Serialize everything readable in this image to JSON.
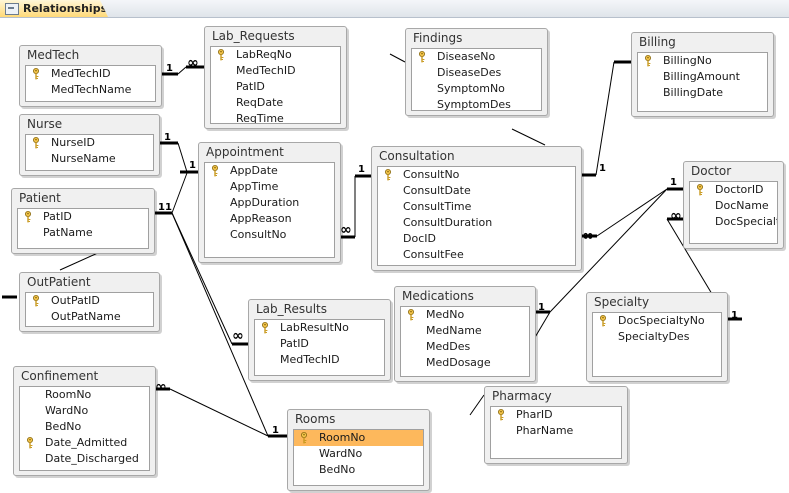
{
  "tab": {
    "label": "Relationships",
    "icon": "relationships-icon"
  },
  "tables": [
    {
      "id": "medtech",
      "title": "MedTech",
      "fields": [
        {
          "name": "MedTechID",
          "key": true
        },
        {
          "name": "MedTechName",
          "key": false
        }
      ]
    },
    {
      "id": "labreq",
      "title": "Lab_Requests",
      "fields": [
        {
          "name": "LabReqNo",
          "key": true
        },
        {
          "name": "MedTechID",
          "key": false
        },
        {
          "name": "PatID",
          "key": false
        },
        {
          "name": "ReqDate",
          "key": false
        },
        {
          "name": "ReqTime",
          "key": false
        }
      ]
    },
    {
      "id": "findings",
      "title": "Findings",
      "fields": [
        {
          "name": "DiseaseNo",
          "key": true
        },
        {
          "name": "DiseaseDes",
          "key": false
        },
        {
          "name": "SymptomNo",
          "key": false
        },
        {
          "name": "SymptomDes",
          "key": false
        }
      ]
    },
    {
      "id": "billing",
      "title": "Billing",
      "fields": [
        {
          "name": "BillingNo",
          "key": true
        },
        {
          "name": "BillingAmount",
          "key": false
        },
        {
          "name": "BillingDate",
          "key": false
        }
      ]
    },
    {
      "id": "nurse",
      "title": "Nurse",
      "fields": [
        {
          "name": "NurseID",
          "key": true
        },
        {
          "name": "NurseName",
          "key": false
        }
      ]
    },
    {
      "id": "appointment",
      "title": "Appointment",
      "fields": [
        {
          "name": "AppDate",
          "key": true
        },
        {
          "name": "AppTime",
          "key": false
        },
        {
          "name": "AppDuration",
          "key": false
        },
        {
          "name": "AppReason",
          "key": false
        },
        {
          "name": "ConsultNo",
          "key": false
        }
      ]
    },
    {
      "id": "consultation",
      "title": "Consultation",
      "fields": [
        {
          "name": "ConsultNo",
          "key": true
        },
        {
          "name": "ConsultDate",
          "key": false
        },
        {
          "name": "ConsultTime",
          "key": false
        },
        {
          "name": "ConsultDuration",
          "key": false
        },
        {
          "name": "DocID",
          "key": false
        },
        {
          "name": "ConsultFee",
          "key": false
        }
      ]
    },
    {
      "id": "doctor",
      "title": "Doctor",
      "fields": [
        {
          "name": "DoctorID",
          "key": true
        },
        {
          "name": "DocName",
          "key": false
        },
        {
          "name": "DocSpecialt",
          "key": false
        }
      ]
    },
    {
      "id": "patient",
      "title": "Patient",
      "fields": [
        {
          "name": "PatID",
          "key": true
        },
        {
          "name": "PatName",
          "key": false
        }
      ]
    },
    {
      "id": "outpatient",
      "title": "OutPatient",
      "fields": [
        {
          "name": "OutPatID",
          "key": true
        },
        {
          "name": "OutPatName",
          "key": false
        }
      ]
    },
    {
      "id": "labres",
      "title": "Lab_Results",
      "fields": [
        {
          "name": "LabResultNo",
          "key": true
        },
        {
          "name": "PatID",
          "key": false
        },
        {
          "name": "MedTechID",
          "key": false
        }
      ]
    },
    {
      "id": "medications",
      "title": "Medications",
      "fields": [
        {
          "name": "MedNo",
          "key": true
        },
        {
          "name": "MedName",
          "key": false
        },
        {
          "name": "MedDes",
          "key": false
        },
        {
          "name": "MedDosage",
          "key": false
        }
      ]
    },
    {
      "id": "specialty",
      "title": "Specialty",
      "fields": [
        {
          "name": "DocSpecialtyNo",
          "key": true
        },
        {
          "name": "SpecialtyDes",
          "key": false
        }
      ]
    },
    {
      "id": "confinement",
      "title": "Confinement",
      "fields": [
        {
          "name": "RoomNo",
          "key": false
        },
        {
          "name": "WardNo",
          "key": false
        },
        {
          "name": "BedNo",
          "key": false
        },
        {
          "name": "Date_Admitted",
          "key": true
        },
        {
          "name": "Date_Discharged",
          "key": false
        }
      ]
    },
    {
      "id": "rooms",
      "title": "Rooms",
      "fields": [
        {
          "name": "RoomNo",
          "key": true,
          "selected": true
        },
        {
          "name": "WardNo",
          "key": false
        },
        {
          "name": "BedNo",
          "key": false
        }
      ]
    },
    {
      "id": "pharmacy",
      "title": "Pharmacy",
      "fields": [
        {
          "name": "PharID",
          "key": true
        },
        {
          "name": "PharName",
          "key": false
        }
      ]
    }
  ],
  "relationship_labels": [
    "1",
    "∞",
    "1",
    "1",
    "11",
    "∞",
    "1",
    "∞",
    "1",
    "∞",
    "1",
    "∞",
    "1",
    "∞",
    "1",
    "1"
  ],
  "colors": {
    "selected_field": "#fdb85c",
    "key_icon": "#b8860b",
    "tab": "#ffd978"
  }
}
